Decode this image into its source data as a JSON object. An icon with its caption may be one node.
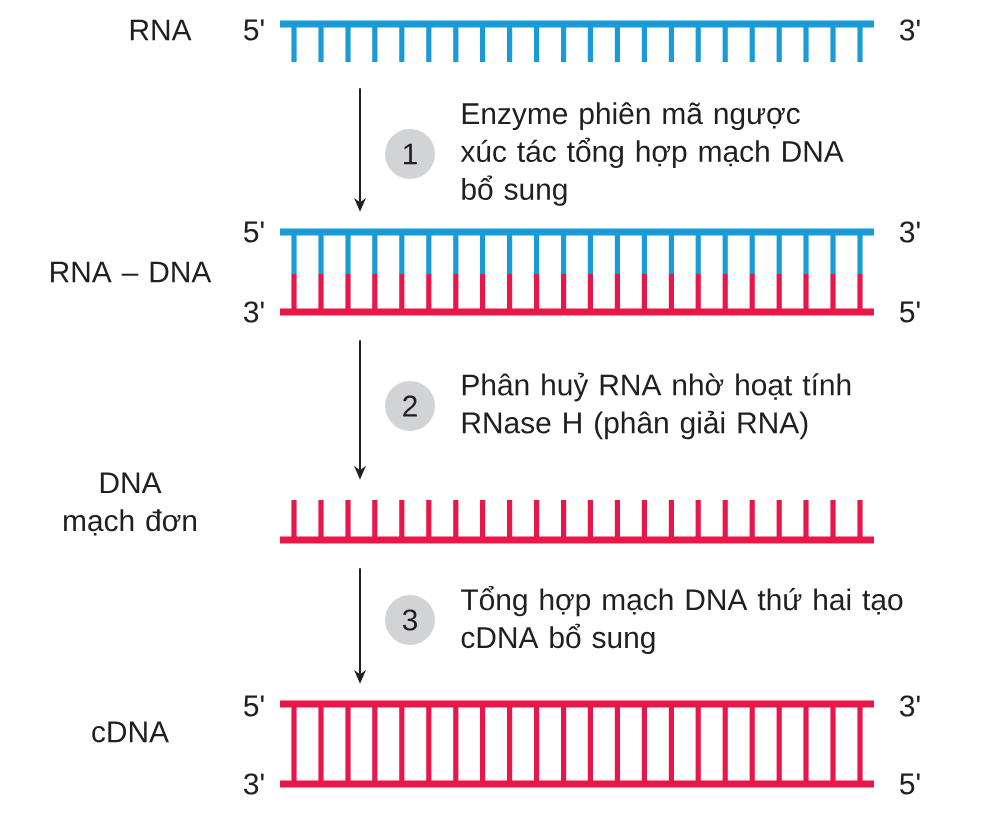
{
  "diagram": {
    "nodes": [
      {
        "text": [
          "RNA",
          "5'",
          "3'"
        ]
      },
      {
        "text": [
          "RNA – DNA",
          "5'",
          "3'",
          "3'",
          "5'"
        ]
      },
      {
        "text": [
          "DNA mạch đơn"
        ]
      },
      {
        "text": [
          "cDNA",
          "5'",
          "3'",
          "3'",
          "5'"
        ]
      }
    ],
    "edges": [
      {
        "from": 0,
        "to": 1,
        "arrow": "to",
        "label": "Enzyme phiên mã ngược xúc tác tổng hợp mạch DNA bổ sung"
      },
      {
        "from": 1,
        "to": 2,
        "arrow": "to",
        "label": "Phân huỷ RNA nhờ hoạt tính RNase H (phân giải RNA)"
      },
      {
        "from": 2,
        "to": 3,
        "arrow": "to",
        "label": "Tổng hợp mạch DNA thứ hai tạo cDNA bổ sung"
      }
    ],
    "labels": [
      "1",
      "2",
      "3"
    ]
  }
}
